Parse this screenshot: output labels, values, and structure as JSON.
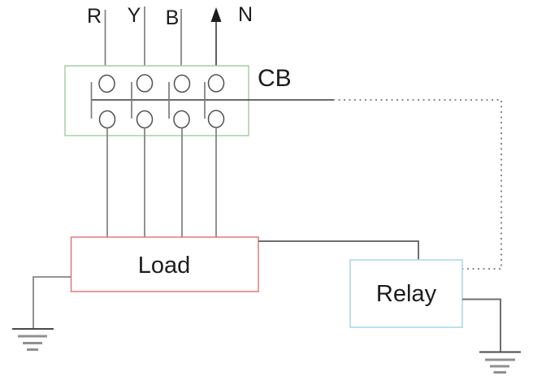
{
  "diagram": {
    "phases": [
      {
        "label": "R"
      },
      {
        "label": "Y"
      },
      {
        "label": "B"
      },
      {
        "label": "N"
      }
    ],
    "breaker": {
      "label": "CB",
      "border_color": "#a6cfa6"
    },
    "load": {
      "label": "Load",
      "border_color": "#de7272"
    },
    "relay": {
      "label": "Relay",
      "border_color": "#aed8e4"
    }
  }
}
